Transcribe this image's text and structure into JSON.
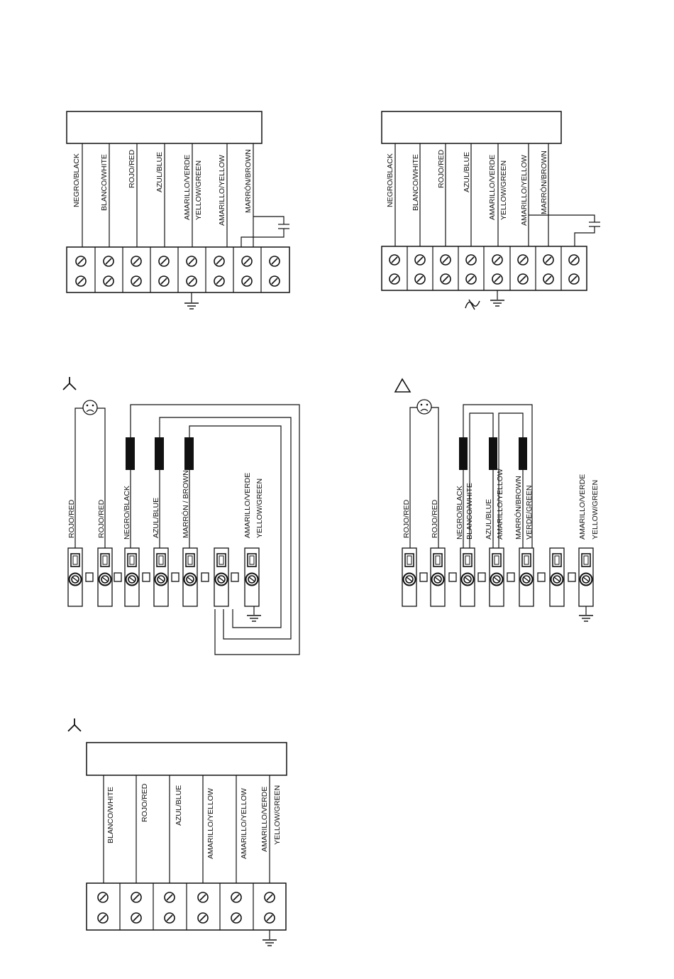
{
  "diagram1": {
    "wires": [
      "NEGRO/BLACK",
      "BLANCO/WHITE",
      "ROJO/RED",
      "AZUL/BLUE",
      "AMARILLO/VERDE",
      "YELLOW/GREEN",
      "AMARILLO/YELLOW",
      "MARRÓN/BROWN"
    ]
  },
  "diagram2": {
    "wires": [
      "NEGRO/BLACK",
      "BLANCO/WHITE",
      "ROJO/RED",
      "AZUL/BLUE",
      "AMARILLO/VERDE",
      "YELLOW/GREEN",
      "AMARILLO/YELLOW",
      "MARRÓN/BROWN"
    ]
  },
  "diagram3": {
    "symbol": "star-connection-icon",
    "wires": [
      "ROJO/RED",
      "ROJO/RED",
      "NEGRO/BLACK",
      "AZUL/BLUE",
      "MARRÓN / BROWN",
      "AMARILLO/VERDE",
      "YELLOW/GREEN"
    ]
  },
  "diagram4": {
    "symbol": "delta-connection-icon",
    "wires": [
      "ROJO/RED",
      "ROJO/RED",
      "NEGRO/BLACK",
      "BLANCO/WHITE",
      "AZUL/BLUE",
      "AMARILLO/YELLOW",
      "MARRÓN/BROWN",
      "VERDE/GREEN",
      "AMARILLO/VERDE",
      "YELLOW/GREEN"
    ]
  },
  "diagram5": {
    "symbol": "star-connection-icon",
    "wires": [
      "BLANCO/WHITE",
      "ROJO/RED",
      "AZUL/BLUE",
      "AMARILLO/YELLOW",
      "AMARILLO/YELLOW",
      "AMARILLO/VERDE",
      "YELLOW/GREEN"
    ]
  }
}
